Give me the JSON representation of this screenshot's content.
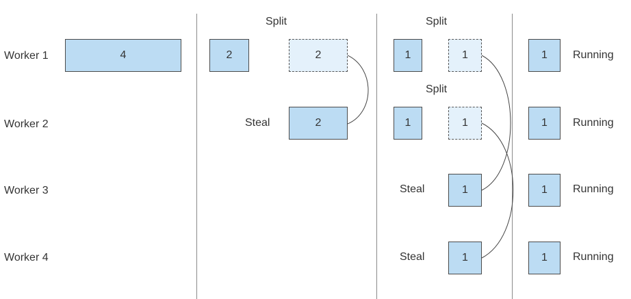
{
  "workers": {
    "w1": "Worker 1",
    "w2": "Worker 2",
    "w3": "Worker 3",
    "w4": "Worker 4"
  },
  "stage1": {
    "task": "4"
  },
  "stage2": {
    "header": "Split",
    "kept": "2",
    "split_off": "2",
    "steal_label": "Steal",
    "stolen": "2"
  },
  "stage3": {
    "header": "Split",
    "inner_header": "Split",
    "w1_kept": "1",
    "w1_split_off": "1",
    "w2_kept": "1",
    "w2_split_off": "1",
    "w3_steal_label": "Steal",
    "w3_stolen": "1",
    "w4_steal_label": "Steal",
    "w4_stolen": "1"
  },
  "stage4": {
    "w1_task": "1",
    "w1_status": "Running",
    "w2_task": "1",
    "w2_status": "Running",
    "w3_task": "1",
    "w3_status": "Running",
    "w4_task": "1",
    "w4_status": "Running"
  },
  "colors": {
    "box_fill": "#bcdcf3",
    "ghost_fill": "#e4f1fb",
    "border": "#4a4a4a"
  }
}
